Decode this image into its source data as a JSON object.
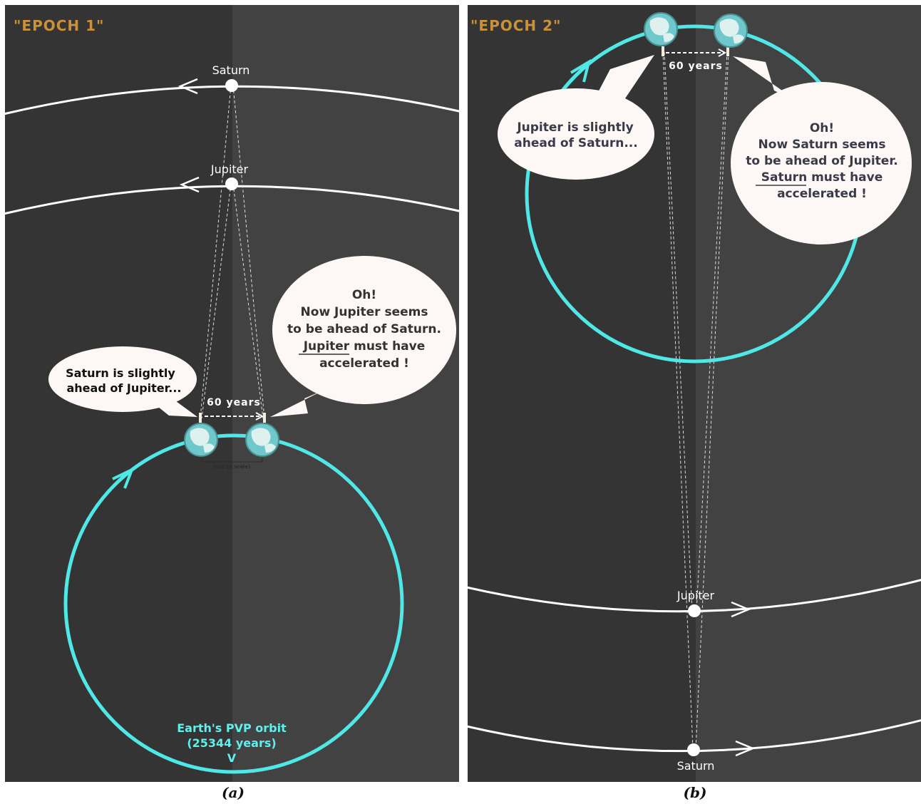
{
  "panel_a": {
    "epoch_label": "\"EPOCH  1\"",
    "saturn_label": "Saturn",
    "jupiter_label": "Jupiter",
    "years_label": "60 years",
    "not_to_scale": "(not to scale)",
    "bubble_left": [
      "Saturn is slightly",
      "ahead of Jupiter..."
    ],
    "bubble_right": [
      "Oh!",
      "Now Jupiter seems",
      "to be ahead of Saturn.",
      "Jupiter must have",
      "accelerated !"
    ],
    "orbit_label": [
      "Earth's PVP orbit",
      "(25344 years)",
      "V"
    ],
    "caption": "(a)"
  },
  "panel_b": {
    "epoch_label": "\"EPOCH 2\"",
    "saturn_label": "Saturn",
    "jupiter_label": "Jupiter",
    "years_label": "60 years",
    "bubble_left": [
      "Jupiter is slightly",
      "ahead of Saturn..."
    ],
    "bubble_right": [
      "Oh!",
      "Now Saturn seems",
      "to be ahead of Jupiter.",
      "Saturn must have",
      "accelerated !"
    ],
    "caption": "(b)"
  },
  "icons": [
    "earth-globe-icon",
    "planet-dot-icon",
    "arrowhead-icon"
  ],
  "colors": {
    "background_dark": "#343434",
    "background_light": "#424242",
    "orbit_cyan": "#4fe8e6",
    "epoch_gold": "#c8913a",
    "bubble": "#fdf8f5"
  }
}
